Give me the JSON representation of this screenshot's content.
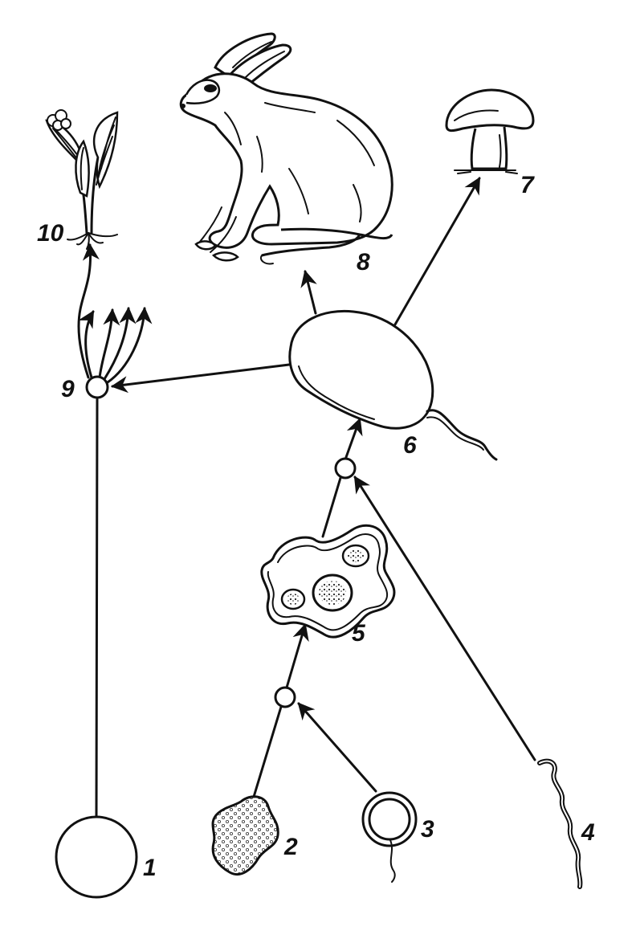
{
  "labels": {
    "n1": "1",
    "n2": "2",
    "n3": "3",
    "n4": "4",
    "n5": "5",
    "n6": "6",
    "n7": "7",
    "n8": "8",
    "n9": "9",
    "n10": "10"
  },
  "colors": {
    "ink": "#111111",
    "background": "#ffffff"
  },
  "icons": {
    "n1": "large-circle-cell-icon",
    "n2": "dotted-blob-cell-icon",
    "n3": "ring-flagellate-cell-icon",
    "n4": "spirochete-icon",
    "n5": "amoeboid-cell-icon",
    "n6": "flagellated-cell-icon",
    "n7": "mushroom-icon",
    "n8": "hare-icon",
    "n10": "plant-icon"
  }
}
